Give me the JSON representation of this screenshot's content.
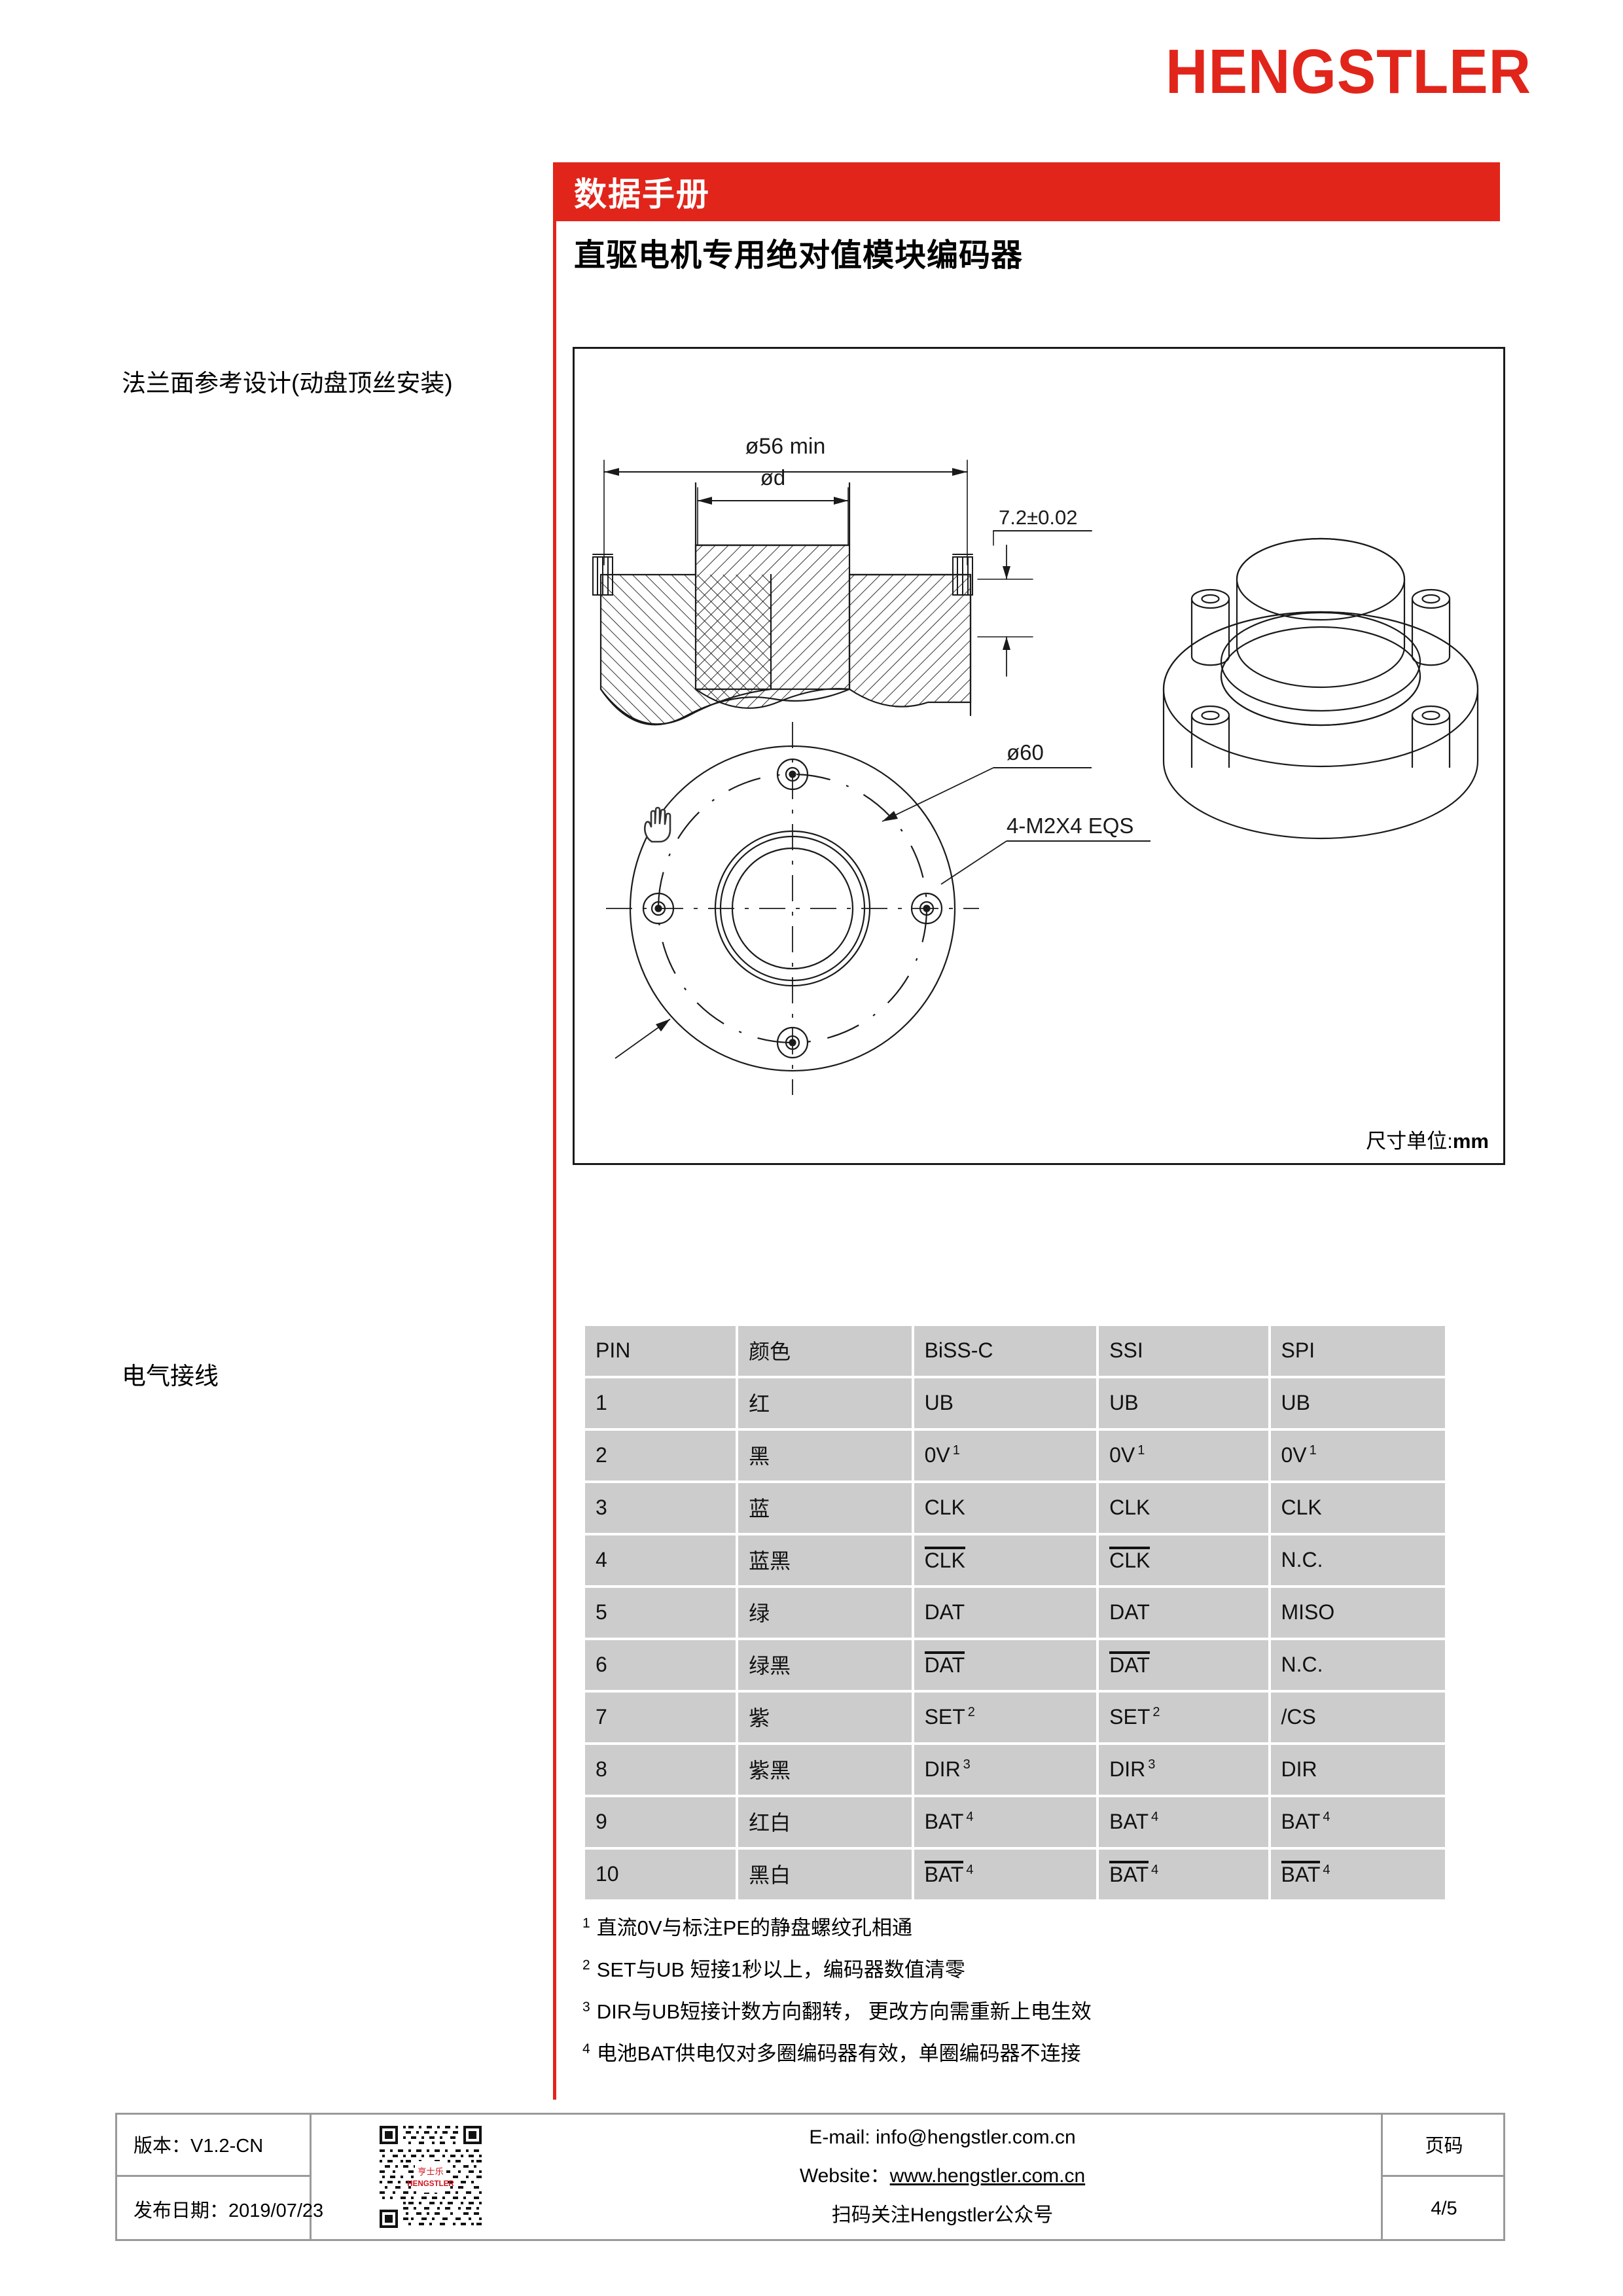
{
  "brand": {
    "name": "HENGSTLER"
  },
  "header": {
    "doc_type": "数据手册",
    "subtitle": "直驱电机专用绝对值模块编码器"
  },
  "sidebar": {
    "flange_label": "法兰面参考设计(动盘顶丝安装)",
    "wiring_label": "电气接线"
  },
  "drawing": {
    "units_prefix": "尺寸单位:",
    "units_value": "mm",
    "dim_outer": "ø56 min",
    "dim_bore": "ød",
    "dim_thickness": "7.2±0.02",
    "dim_bolt_circle": "ø60",
    "callout_screws": "4-M2X4 EQS",
    "cursor": "hand-cursor"
  },
  "pin_table": {
    "columns": [
      "PIN",
      "颜色",
      "BiSS-C",
      "SSI",
      "SPI"
    ],
    "rows": [
      {
        "pin": "1",
        "color": "红",
        "biss": "UB",
        "biss_sup": "",
        "biss_bar": false,
        "ssi": "UB",
        "ssi_sup": "",
        "ssi_bar": false,
        "spi": "UB",
        "spi_sup": "",
        "spi_bar": false
      },
      {
        "pin": "2",
        "color": "黑",
        "biss": "0V",
        "biss_sup": "1",
        "biss_bar": false,
        "ssi": "0V",
        "ssi_sup": "1",
        "ssi_bar": false,
        "spi": "0V",
        "spi_sup": "1",
        "spi_bar": false
      },
      {
        "pin": "3",
        "color": "蓝",
        "biss": "CLK",
        "biss_sup": "",
        "biss_bar": false,
        "ssi": "CLK",
        "ssi_sup": "",
        "ssi_bar": false,
        "spi": "CLK",
        "spi_sup": "",
        "spi_bar": false
      },
      {
        "pin": "4",
        "color": "蓝黑",
        "biss": "CLK",
        "biss_sup": "",
        "biss_bar": true,
        "ssi": "CLK",
        "ssi_sup": "",
        "ssi_bar": true,
        "spi": "N.C.",
        "spi_sup": "",
        "spi_bar": false
      },
      {
        "pin": "5",
        "color": "绿",
        "biss": "DAT",
        "biss_sup": "",
        "biss_bar": false,
        "ssi": "DAT",
        "ssi_sup": "",
        "ssi_bar": false,
        "spi": "MISO",
        "spi_sup": "",
        "spi_bar": false
      },
      {
        "pin": "6",
        "color": "绿黑",
        "biss": "DAT",
        "biss_sup": "",
        "biss_bar": true,
        "ssi": "DAT",
        "ssi_sup": "",
        "ssi_bar": true,
        "spi": "N.C.",
        "spi_sup": "",
        "spi_bar": false
      },
      {
        "pin": "7",
        "color": "紫",
        "biss": "SET",
        "biss_sup": "2",
        "biss_bar": false,
        "ssi": "SET",
        "ssi_sup": "2",
        "ssi_bar": false,
        "spi": "/CS",
        "spi_sup": "",
        "spi_bar": false
      },
      {
        "pin": "8",
        "color": "紫黑",
        "biss": "DIR",
        "biss_sup": "3",
        "biss_bar": false,
        "ssi": "DIR",
        "ssi_sup": "3",
        "ssi_bar": false,
        "spi": "DIR",
        "spi_sup": "",
        "spi_bar": false
      },
      {
        "pin": "9",
        "color": "红白",
        "biss": "BAT",
        "biss_sup": "4",
        "biss_bar": false,
        "ssi": "BAT",
        "ssi_sup": "4",
        "ssi_bar": false,
        "spi": "BAT",
        "spi_sup": "4",
        "spi_bar": false
      },
      {
        "pin": "10",
        "color": "黑白",
        "biss": "BAT",
        "biss_sup": "4",
        "biss_bar": true,
        "ssi": "BAT",
        "ssi_sup": "4",
        "ssi_bar": true,
        "spi": "BAT",
        "spi_sup": "4",
        "spi_bar": true
      }
    ]
  },
  "footnotes": [
    {
      "n": "1",
      "text": "直流0V与标注PE的静盘螺纹孔相通"
    },
    {
      "n": "2",
      "text": "SET与UB 短接1秒以上，编码器数值清零"
    },
    {
      "n": "3",
      "text": "DIR与UB短接计数方向翻转， 更改方向需重新上电生效"
    },
    {
      "n": "4",
      "text": "电池BAT供电仅对多圈编码器有效，单圈编码器不连接"
    }
  ],
  "footer": {
    "version_label": "版本：V1.2-CN",
    "date_label": "发布日期：2019/07/23",
    "email": "E-mail: info@hengstler.com.cn",
    "website_label": "Website：",
    "website_url": "www.hengstler.com.cn",
    "wechat": "扫码关注Hengstler公众号",
    "page_label": "页码",
    "page_value": "4/5",
    "qr_alt": "qr-code",
    "qr_center_cn": "亨士乐",
    "qr_center_en": "HENGSTLER"
  },
  "colors": {
    "brand_red": "#e1251b",
    "table_cell": "#cccccc",
    "footer_border": "#9a9a9a",
    "drawing_line": "#1a1a1a"
  }
}
